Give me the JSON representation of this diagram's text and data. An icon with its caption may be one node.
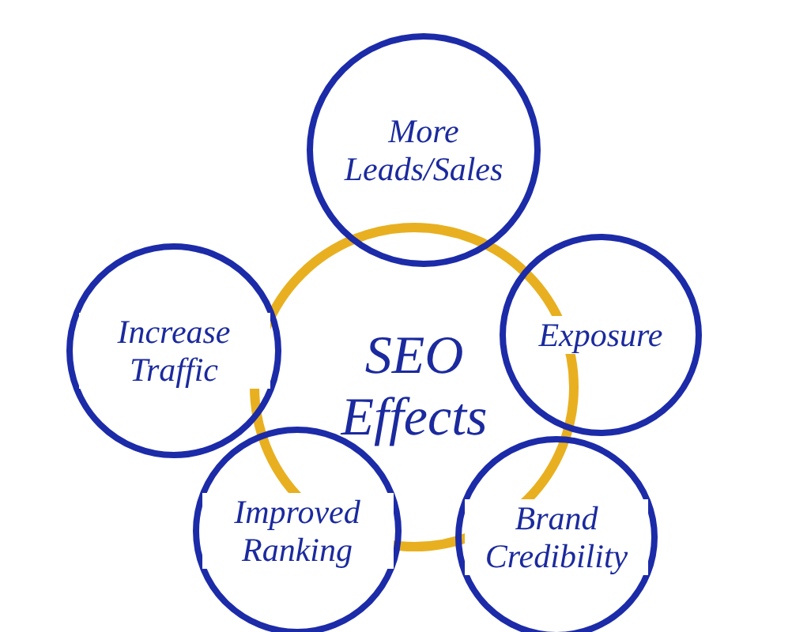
{
  "diagram": {
    "nodes": [
      {
        "text": [
          "SEO Effects"
        ]
      },
      {
        "text": [
          "More Leads/Sales"
        ]
      },
      {
        "text": [
          "Exposure"
        ]
      },
      {
        "text": [
          "Brand Credibility"
        ]
      },
      {
        "text": [
          "Improved Ranking"
        ]
      },
      {
        "text": [
          "Increase Traffic"
        ]
      }
    ]
  }
}
